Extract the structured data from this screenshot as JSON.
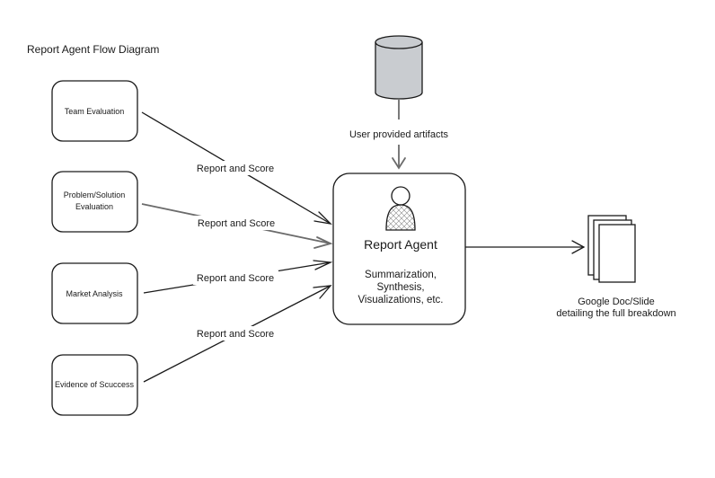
{
  "title": "Report Agent Flow Diagram",
  "inputs": [
    {
      "id": "team",
      "lines": [
        "Team Evaluation"
      ]
    },
    {
      "id": "problem",
      "lines": [
        "Problem/Solution",
        "Evaluation"
      ]
    },
    {
      "id": "market",
      "lines": [
        "Market Analysis"
      ]
    },
    {
      "id": "evidence",
      "lines": [
        "Evidence of Scuccess"
      ]
    }
  ],
  "edge_labels": [
    "Report and Score",
    "Report and Score",
    "Report and Score",
    "Report and Score"
  ],
  "artifacts_label": "User provided artifacts",
  "agent": {
    "name": "Report Agent",
    "capabilities": [
      "Summarization,",
      "Synthesis,",
      "Visualizations, etc."
    ]
  },
  "output": {
    "lines": [
      "Google Doc/Slide",
      "detailing the full breakdown"
    ]
  },
  "colors": {
    "stroke": "#1a1a1a",
    "database_fill": "#c9ccd0",
    "user_hatch": "#8a8a8a",
    "gray_arrow": "#6b6b6b"
  }
}
